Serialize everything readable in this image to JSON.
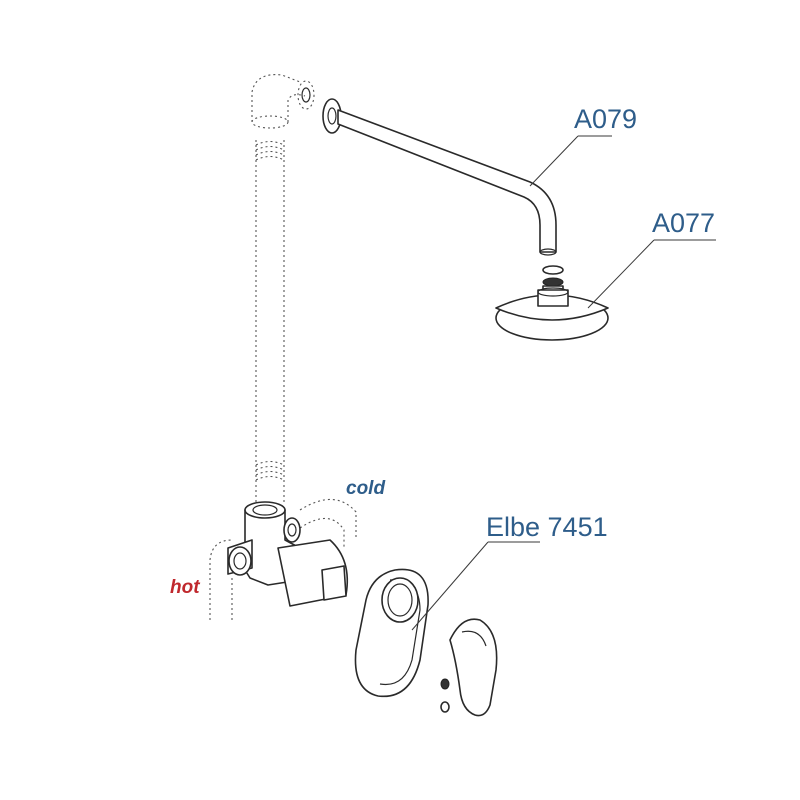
{
  "labels": {
    "arm": "A079",
    "head": "A077",
    "mixer": "Elbe 7451",
    "cold": "cold",
    "hot": "hot"
  },
  "colors": {
    "callout": "#2e5d8a",
    "hot": "#c0282d",
    "cold": "#2e5d8a"
  }
}
